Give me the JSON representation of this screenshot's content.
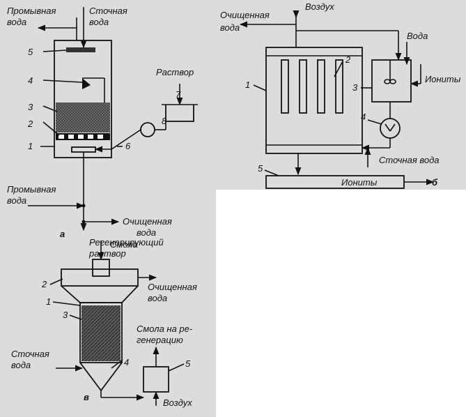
{
  "diagram_a": {
    "sublabel": "а",
    "labels": {
      "wash_water_top": [
        "Промывная",
        "вода"
      ],
      "waste_water": [
        "Сточная",
        "вода"
      ],
      "solution": "Раствор",
      "wash_water_bottom": [
        "Промывная",
        "вода"
      ],
      "cleaned_water": [
        "Очищенная",
        "вода"
      ],
      "regen_solution": [
        "Регенерирующий",
        "раствор"
      ]
    },
    "numbers": [
      "1",
      "2",
      "3",
      "4",
      "5",
      "6",
      "7",
      "8"
    ]
  },
  "diagram_b": {
    "sublabel": "б",
    "labels": {
      "cleaned_water": [
        "Очищенная",
        "вода"
      ],
      "air": "Воздух",
      "water": "Вода",
      "ionites_top": "Иониты",
      "waste_water": "Сточная вода",
      "ionites_bottom": "Иониты"
    },
    "numbers": [
      "1",
      "2",
      "3",
      "4",
      "5"
    ]
  },
  "diagram_c": {
    "sublabel": "в",
    "labels": {
      "resin": "Смола",
      "cleaned_water": [
        "Очищенная",
        "вода"
      ],
      "resin_regen": [
        "Смола на ре-",
        "генерацию"
      ],
      "waste_water": [
        "Сточная",
        "вода"
      ],
      "air": "Воздух"
    },
    "numbers": [
      "1",
      "2",
      "3",
      "4",
      "5"
    ]
  }
}
